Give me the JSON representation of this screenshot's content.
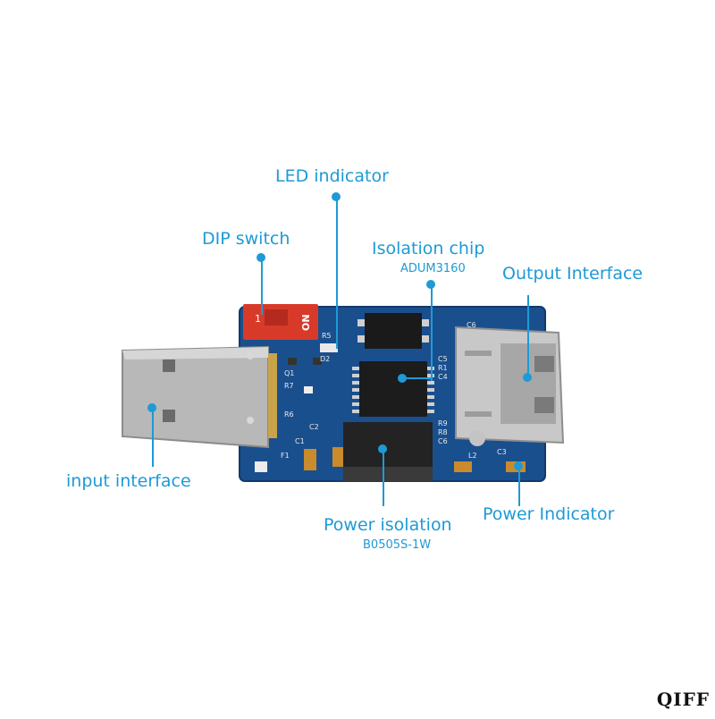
{
  "callouts": {
    "led_indicator": "LED indicator",
    "dip_switch": "DIP switch",
    "isolation_chip": "Isolation chip",
    "isolation_chip_part": "ADUM3160",
    "output_interface": "Output Interface",
    "input_interface": "input interface",
    "power_isolation": "Power isolation",
    "power_isolation_part": "B0505S-1W",
    "power_indicator": "Power Indicator"
  },
  "dip_switch_text": {
    "one": "1",
    "on": "ON"
  },
  "silkscreen": {
    "r5": "R5",
    "d2": "D2",
    "r7": "R7",
    "q1": "Q1",
    "r6": "R6",
    "c1": "C1",
    "c2": "C2",
    "c4": "C4",
    "c5": "C5",
    "r1": "R1",
    "r9": "R9",
    "r8": "R8",
    "c6": "C6",
    "f1": "F1",
    "l2": "L2",
    "c3": "C3",
    "c6top": "C6"
  },
  "watermark": "QIFF",
  "colors": {
    "accent": "#1e9ad6",
    "pcb": "#1a4f8e",
    "dip": "#d83a2a"
  }
}
